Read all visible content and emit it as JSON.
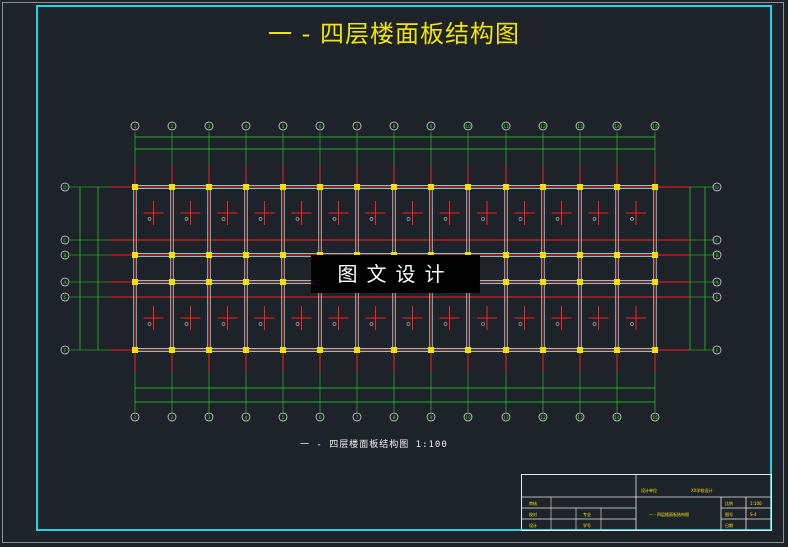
{
  "title": "一 - 四层楼面板结构图",
  "caption": "一 - 四层楼面板结构图  1:100",
  "watermark": "图文设计",
  "grid_labels_top": [
    "1",
    "2",
    "3",
    "4",
    "5",
    "6",
    "7",
    "8",
    "9",
    "10",
    "11",
    "12",
    "13",
    "14",
    "15"
  ],
  "grid_labels_side": [
    "D",
    "C",
    "B",
    "A",
    "E",
    "F"
  ],
  "title_block": {
    "project_label": "设计单位",
    "project_value": "XX学校设计",
    "drawing_name": "一 - 四层楼面板结构图",
    "row_labels": [
      "审核",
      "校对",
      "设计"
    ],
    "mid_labels": [
      "专业",
      "学号"
    ],
    "scale_label": "比例",
    "scale_value": "1:100",
    "sheet_label": "图号",
    "sheet_value": "S-4",
    "date_label": "日期"
  },
  "colors": {
    "background": "#1e2329",
    "frame": "#18d6e6",
    "title": "#f2e600",
    "axis": "#ff1e1e",
    "dimension": "#22dd22",
    "beam": "#7ec8c8"
  }
}
